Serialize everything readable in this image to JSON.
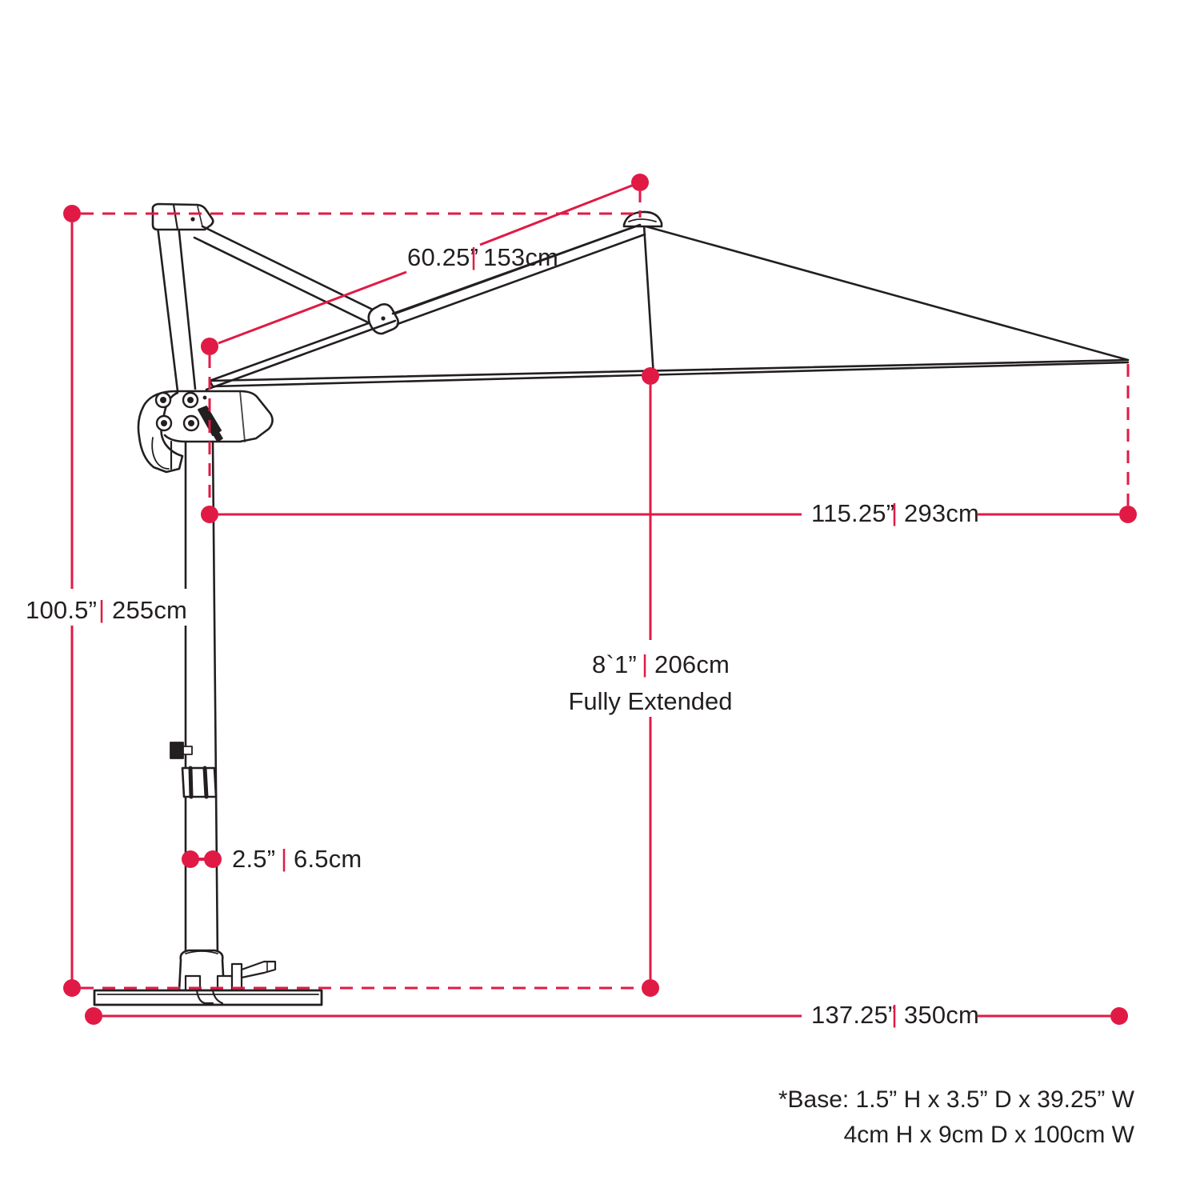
{
  "figure": {
    "kind": "technical-dimension-diagram",
    "subject": "cantilever offset patio umbrella, side elevation",
    "background_color": "#ffffff",
    "outline_color": "#231f20",
    "accent_color": "#e01a45"
  },
  "dimensions": {
    "canopy_slant": {
      "name": "canopy-slant-dimension",
      "imperial": "60.25”",
      "separator": "|",
      "metric": "153cm",
      "style": "leader-line"
    },
    "canopy_reach": {
      "name": "canopy-reach-dimension",
      "imperial": "115.25”",
      "separator": "|",
      "metric": "293cm",
      "style": "horizontal-arrow"
    },
    "overall_height": {
      "name": "overall-height-dimension",
      "imperial": "100.5”",
      "separator": "|",
      "metric": "255cm",
      "style": "vertical-arrow"
    },
    "clearance_height": {
      "name": "clearance-height-dimension",
      "imperial": "8`1”",
      "separator": "|",
      "metric": "206cm",
      "note": "Fully Extended",
      "style": "vertical-arrow"
    },
    "pole_diameter": {
      "name": "pole-diameter-dimension",
      "imperial": "2.5”",
      "separator": "|",
      "metric": "6.5cm",
      "style": "short-horizontal"
    },
    "overall_width": {
      "name": "overall-width-dimension",
      "imperial": "137.25”",
      "separator": "|",
      "metric": "350cm",
      "style": "horizontal-arrow"
    }
  },
  "footnotes": {
    "base_imperial": "*Base: 1.5” H x 3.5” D x 39.25” W",
    "base_metric": "4cm H x 9cm D x 100cm W"
  }
}
